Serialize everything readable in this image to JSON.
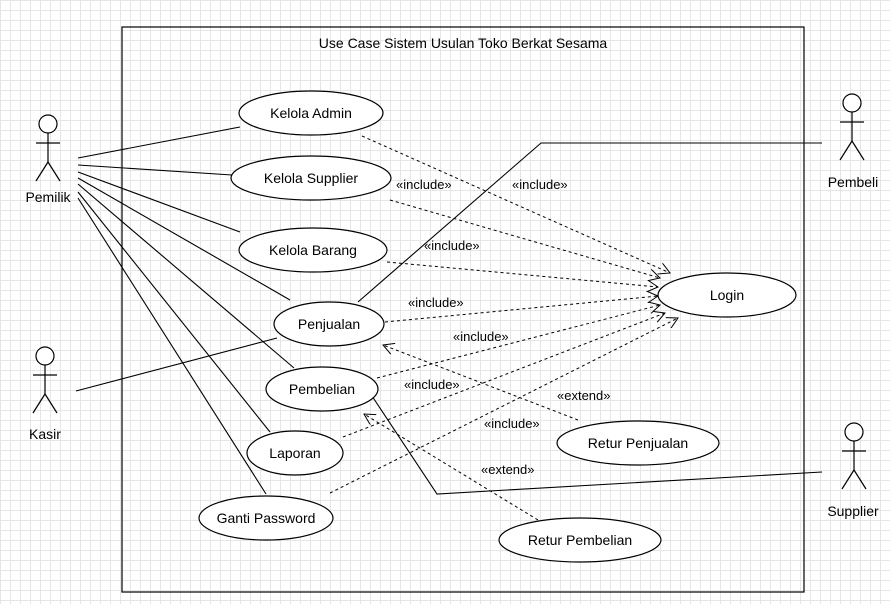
{
  "diagram": {
    "title": "Use Case Sistem Usulan Toko Berkat Sesama",
    "actors": {
      "pemilik": "Pemilik",
      "kasir": "Kasir",
      "pembeli": "Pembeli",
      "supplier": "Supplier"
    },
    "use_cases": {
      "kelola_admin": "Kelola Admin",
      "kelola_supplier": "Kelola Supplier",
      "kelola_barang": "Kelola Barang",
      "penjualan": "Penjualan",
      "pembelian": "Pembelian",
      "laporan": "Laporan",
      "ganti_password": "Ganti Password",
      "login": "Login",
      "retur_penjualan": "Retur Penjualan",
      "retur_pembelian": "Retur Pembelian"
    },
    "relations": {
      "include": "«include»",
      "extend": "«extend»"
    }
  }
}
